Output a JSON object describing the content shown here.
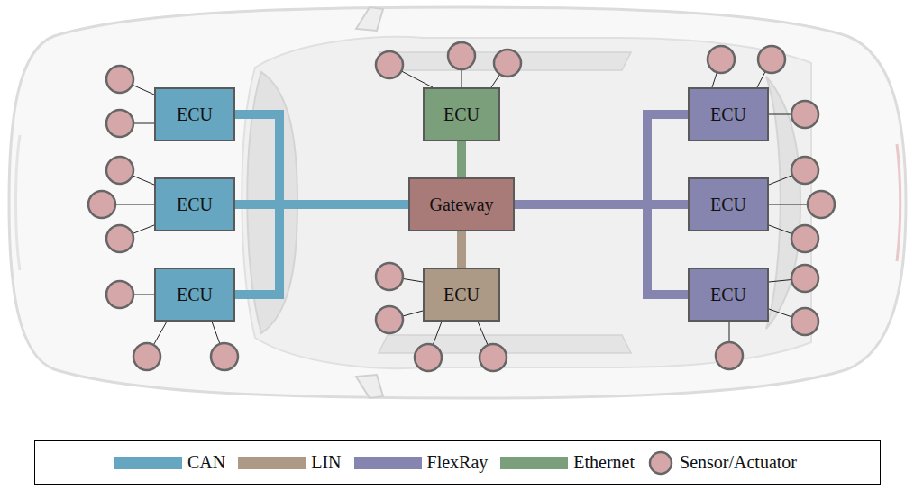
{
  "diagram": {
    "nodes": [
      {
        "text": [
          "ECU"
        ]
      },
      {
        "text": [
          "ECU"
        ]
      },
      {
        "text": [
          "ECU"
        ]
      },
      {
        "text": [
          "ECU"
        ]
      },
      {
        "text": [
          "Gateway"
        ]
      },
      {
        "text": [
          "ECU"
        ]
      },
      {
        "text": [
          "ECU"
        ]
      },
      {
        "text": [
          "ECU"
        ]
      },
      {
        "text": [
          "ECU"
        ]
      }
    ],
    "edges": [
      {
        "from": 0,
        "to": 4,
        "arrow": "none"
      },
      {
        "from": 1,
        "to": 4,
        "arrow": "none"
      },
      {
        "from": 2,
        "to": 4,
        "arrow": "none"
      },
      {
        "from": 3,
        "to": 4,
        "arrow": "none"
      },
      {
        "from": 4,
        "to": 5,
        "arrow": "none"
      },
      {
        "from": 4,
        "to": 6,
        "arrow": "none"
      },
      {
        "from": 4,
        "to": 7,
        "arrow": "none"
      },
      {
        "from": 4,
        "to": 8,
        "arrow": "none"
      }
    ],
    "legend": [
      {
        "text": "CAN",
        "color": "#66a6c0"
      },
      {
        "text": "LIN",
        "color": "#ad9a86"
      },
      {
        "text": "FlexRay",
        "color": "#8685b0"
      },
      {
        "text": "Ethernet",
        "color": "#7b9f7b"
      },
      {
        "text": "Sensor/Actuator"
      }
    ]
  }
}
